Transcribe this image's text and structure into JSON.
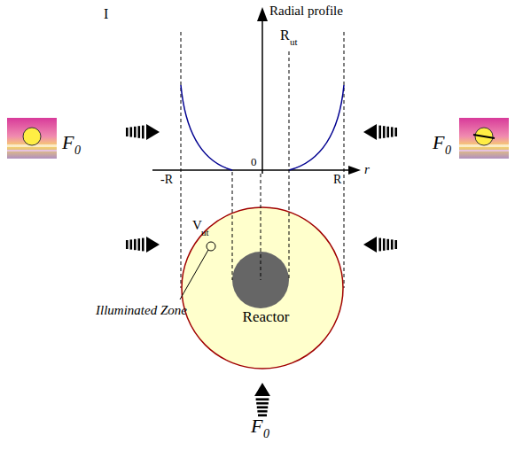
{
  "diagram": {
    "nodes": [
      {
        "text": [
          "Reactor"
        ]
      }
    ],
    "labels": [
      "I",
      "Radial profile",
      "R",
      "ut",
      "0",
      "-R",
      "R",
      "r",
      "F",
      "0",
      "F",
      "0",
      "V",
      "ut",
      "Illuminated Zone",
      "F",
      "0"
    ]
  }
}
